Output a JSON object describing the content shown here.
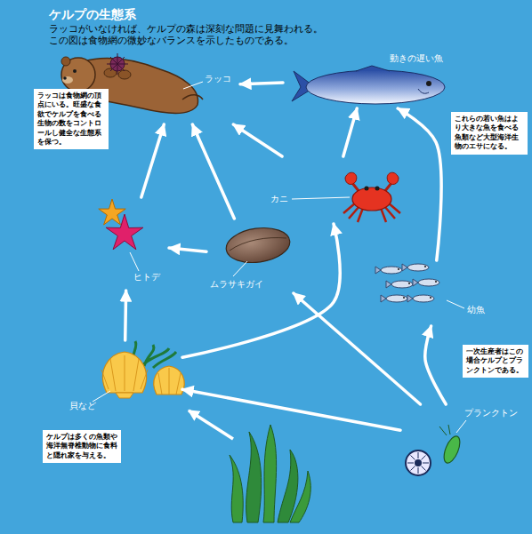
{
  "diagram": {
    "title": "ケルプの生態系",
    "nodes": [
      {
        "text": [
          "ラッコ"
        ]
      },
      {
        "text": [
          "動きの遅い魚"
        ]
      },
      {
        "text": [
          "ラッコは食物網の頂点にいる。旺盛な食欲でケルプを食べる生物の数をコントロールし健全な生態系を保つ。"
        ]
      },
      {
        "text": [
          "これらの若い魚はより大きな魚を食べる魚類など大型海洋生物のエサになる。"
        ]
      },
      {
        "text": [
          "カニ"
        ]
      },
      {
        "text": [
          "ヒトデ"
        ]
      },
      {
        "text": [
          "ムラサキガイ"
        ]
      },
      {
        "text": [
          "幼魚"
        ]
      },
      {
        "text": [
          "一次生産者はこの場合ケルプとプランクトンである。"
        ]
      },
      {
        "text": [
          "貝など"
        ]
      },
      {
        "text": [
          "ケルプは多くの魚類や海洋無脊椎動物に食料と隠れ家を与える。"
        ]
      },
      {
        "text": [
          "プランクトン"
        ]
      }
    ],
    "edges": [
      {
        "from": 1,
        "to": 0,
        "arrow": "to"
      },
      {
        "from": 4,
        "to": 0,
        "arrow": "to"
      },
      {
        "from": 6,
        "to": 0,
        "arrow": "to"
      },
      {
        "from": 5,
        "to": 0,
        "arrow": "to"
      },
      {
        "from": 4,
        "to": 1,
        "arrow": "to"
      },
      {
        "from": 7,
        "to": 1,
        "arrow": "to"
      },
      {
        "from": 9,
        "to": 4,
        "arrow": "to"
      },
      {
        "from": 9,
        "to": 5,
        "arrow": "to"
      },
      {
        "from": 6,
        "to": 5,
        "arrow": "to"
      },
      {
        "from": 11,
        "to": 9,
        "arrow": "to"
      },
      {
        "from": 11,
        "to": 6,
        "arrow": "to"
      },
      {
        "from": 11,
        "to": 7,
        "arrow": "to"
      }
    ],
    "labels": [
      "ラッコがいなければ、ケルプの森は深刻な問題に見舞われる。",
      "この図は食物網の微妙なバランスを示したものである。"
    ]
  }
}
